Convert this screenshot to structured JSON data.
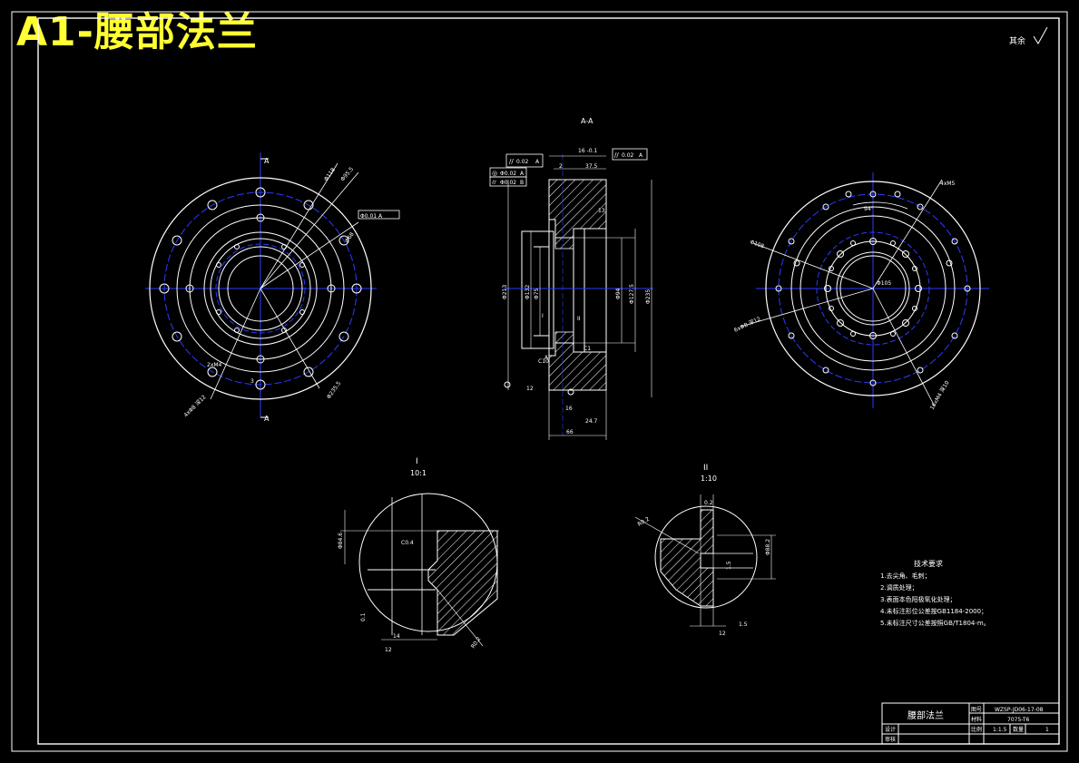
{
  "title": "A1-腰部法兰",
  "surface_mark": "其余",
  "section_label": "A-A",
  "section_cut_letters": [
    "A",
    "A",
    "A"
  ],
  "left_view": {
    "dims": [
      "Φ118",
      "Φ95.5",
      "Φ68",
      "Φ0.01 A",
      "Φ235.5",
      "4xΦ8 深12",
      "2xM4",
      "3"
    ],
    "cut_label_top": "A",
    "cut_label_bottom": "A"
  },
  "section_view": {
    "fcf_top_left": [
      "//",
      "0.02",
      "A"
    ],
    "fcf_top_right": [
      "//",
      "0.02",
      "A"
    ],
    "fcf_left_1": [
      "◎",
      "Φ0.02",
      "A"
    ],
    "fcf_left_2": [
      "⌭",
      "Φ0.02",
      "B"
    ],
    "dims_top": [
      "16 -0.1",
      "2",
      "37.5"
    ],
    "dims_left": [
      "Φ213",
      "Φ132",
      "Φ75"
    ],
    "dims_right": [
      "Φ94",
      "Φ127.5",
      "Φ235"
    ],
    "dims_bottom": [
      "12",
      "16",
      "24.7",
      "66"
    ],
    "callouts": [
      "13",
      "C1",
      "C10",
      "I",
      "II"
    ]
  },
  "right_view": {
    "dims": [
      "4xM5",
      "94°",
      "Φ105",
      "6xΦ8 深12",
      "Φ108",
      "16xM4 深10"
    ]
  },
  "detail_1": {
    "label": "I",
    "scale": "10:1",
    "dims": [
      "Φ84.6",
      "C0.4",
      "R0.2",
      "0.1",
      "14",
      "12"
    ]
  },
  "detail_2": {
    "label": "II",
    "scale": "1:10",
    "dims": [
      "R0.2",
      "0.2",
      "Φ88.2",
      "1.5",
      "1.5",
      "12"
    ]
  },
  "notes": {
    "heading": "技术要求",
    "items": [
      "1.去尖角、毛刺；",
      "2.调质处理；",
      "3.表面本色阳极氧化处理；",
      "4.未标注形位公差按GB1184-2000；",
      "5.未标注尺寸公差按照GB/T1804-m。"
    ]
  },
  "title_block": {
    "part_name": "腰部法兰",
    "label_drawing_no": "图号",
    "drawing_no": "WZSP-JD06-17-08",
    "label_material": "材料",
    "material": "7075-T6",
    "label_scale": "比例",
    "scale": "1:1.5",
    "label_qty": "数量",
    "qty": "1",
    "label_designer": "设计",
    "label_checker": "审核"
  },
  "colors": {
    "background": "#000000",
    "line": "#ffffff",
    "center_line": "#2b3bff",
    "title": "#ffff33",
    "hatch": "#ffffff"
  }
}
